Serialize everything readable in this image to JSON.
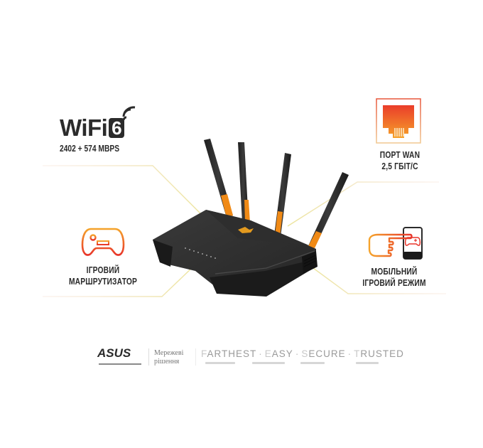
{
  "features": {
    "wifi": {
      "word": "WiFi",
      "version": "6",
      "speed": "2402 + 574 MBPS",
      "icon": "wifi-signal-icon"
    },
    "wan_port": {
      "line1": "ПОРТ WAN",
      "line2": "2,5 ГБІТ/С",
      "icon": "ethernet-port-icon"
    },
    "gaming_router": {
      "line1": "ІГРОВИЙ",
      "line2": "МАРШРУТИЗАТОР",
      "icon": "gamepad-icon"
    },
    "mobile_game_mode": {
      "line1": "МОБІЛЬНИЙ",
      "line2": "ІГРОВИЙ РЕЖИМ",
      "icon": "hand-pointing-phone-gamepad-icon"
    }
  },
  "product": {
    "image": "gaming-router-4-antennas",
    "accent_color": "#f08a16",
    "body_color": "#2a2a2a"
  },
  "footer": {
    "brand": "ASUS",
    "brand_tagline": "",
    "network_solutions_line1": "Мережеві",
    "network_solutions_line2": "рішення",
    "slogan": [
      {
        "first": "F",
        "rest": "ARTHEST"
      },
      {
        "first": "E",
        "rest": "ASY"
      },
      {
        "first": "S",
        "rest": "ECURE"
      },
      {
        "first": "T",
        "rest": "RUSTED"
      }
    ],
    "separator": "·"
  },
  "colors": {
    "connector_line": "#efe6a6",
    "icon_gradient_top": "#f5a623",
    "icon_gradient_bottom": "#e8352a",
    "text": "#2a2a2a"
  }
}
